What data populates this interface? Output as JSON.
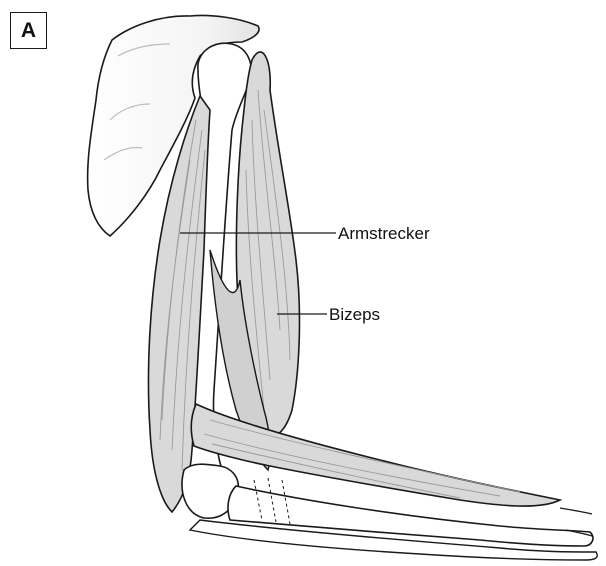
{
  "panel_letter": "A",
  "labels": [
    "Armstrecker",
    "Bizeps"
  ],
  "colors": {
    "muscle_fill": "#d9d9d9",
    "bone_fill": "#ffffff",
    "outline": "#1a1a1a",
    "fiber": "#9a9a9a"
  }
}
